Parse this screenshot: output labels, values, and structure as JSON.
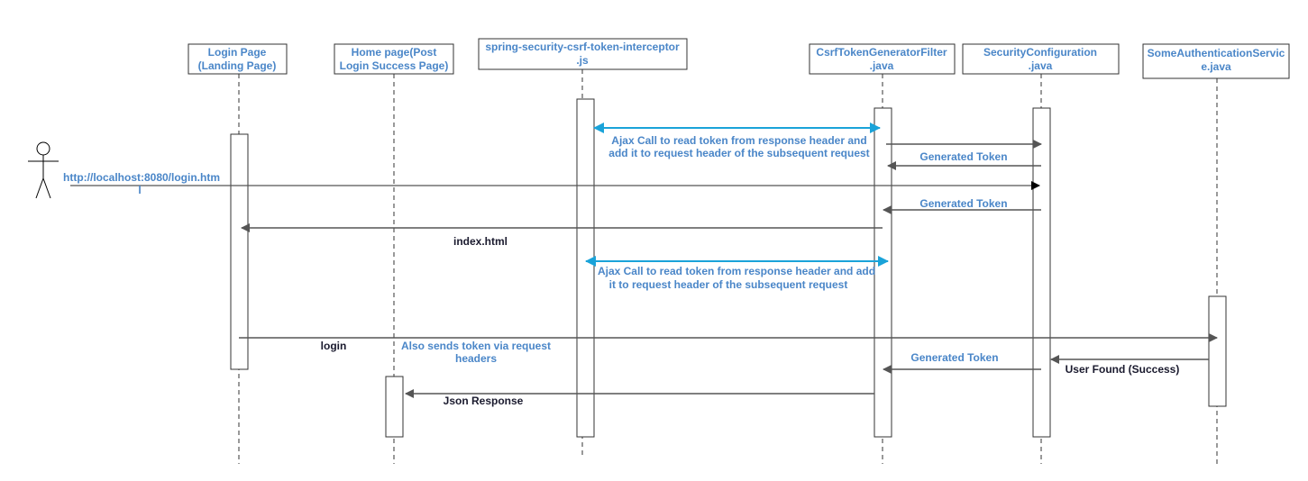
{
  "diagram": {
    "actor": {
      "url_line1": "http://localhost:8080/login.htm",
      "url_line2": "l"
    },
    "lifelines": [
      {
        "id": "login",
        "line1": "Login Page",
        "line2": "(Landing Page)"
      },
      {
        "id": "home",
        "line1": "Home page(Post",
        "line2": "Login Success Page)"
      },
      {
        "id": "interceptor",
        "line1": "spring-security-csrf-token-interceptor",
        "line2": ".js"
      },
      {
        "id": "filter",
        "line1": "CsrfTokenGeneratorFilter",
        "line2": ".java"
      },
      {
        "id": "security",
        "line1": "SecurityConfiguration",
        "line2": ".java"
      },
      {
        "id": "auth",
        "line1": "SomeAuthenticationServic",
        "line2": "e.java"
      }
    ],
    "messages": {
      "ajax1_line1": "Ajax Call to read token from response header and",
      "ajax1_line2": "add it to request header of the subsequent request",
      "generated1": "Generated Token",
      "generated2": "Generated Token",
      "index": "index.html",
      "ajax2_line1": "Ajax Call to read token from response header and add",
      "ajax2_line2": "it to request header of the subsequent request",
      "login": "login",
      "sends_line1": "Also sends token via request",
      "sends_line2": "headers",
      "generated3": "Generated Token",
      "user_found": "User Found (Success)",
      "json": "Json Response"
    },
    "colors": {
      "label_blue": "#4a86c8",
      "arrow_cyan": "#1aa3d9",
      "line_gray": "#555555"
    }
  }
}
